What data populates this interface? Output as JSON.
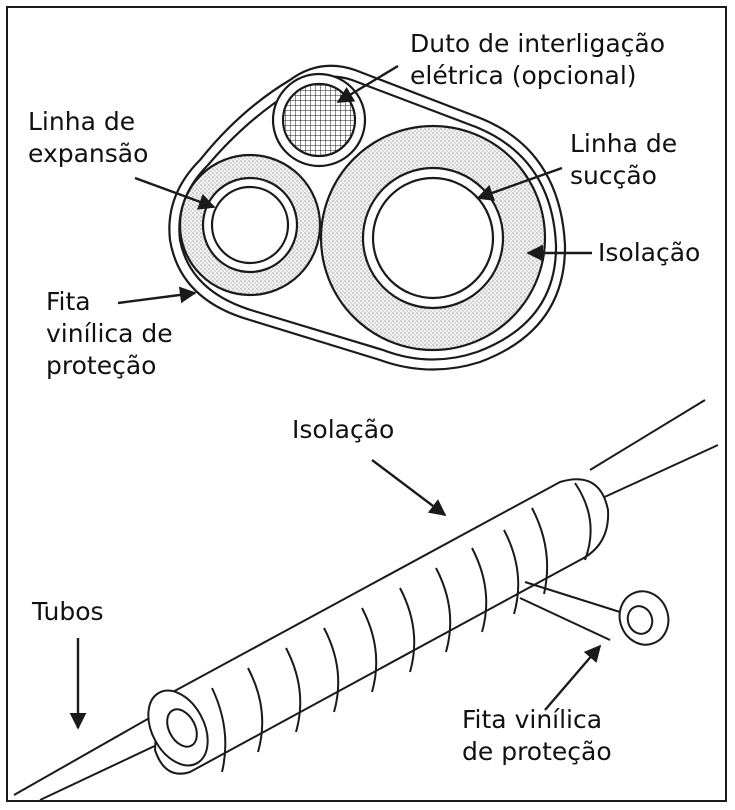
{
  "colors": {
    "line": "#1a1a1a",
    "background": "#ffffff",
    "insulation": "#dedede"
  },
  "cross_section": {
    "duct_label": [
      "Duto de interligação",
      "elétrica (opcional)"
    ],
    "expansion_label": [
      "Linha de",
      "expansão"
    ],
    "suction_label": [
      "Linha de",
      "sucção"
    ],
    "insulation_label": "Isolação",
    "tape_label": [
      "Fita",
      "vinílica de",
      "proteção"
    ]
  },
  "side_view": {
    "insulation_label": "Isolação",
    "pipes_label": "Tubos",
    "tape_label": [
      "Fita vinílica",
      "de proteção"
    ]
  }
}
